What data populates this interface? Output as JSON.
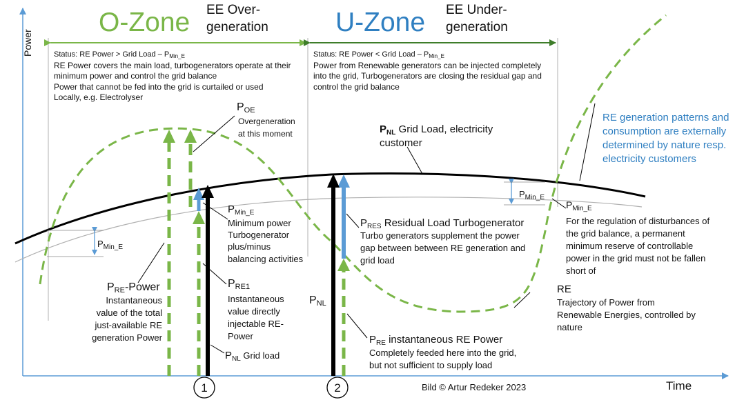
{
  "axes": {
    "y_label": "Power",
    "x_label": "Time"
  },
  "o_zone": {
    "title": "O-Zone",
    "ee_line1": "EE Over-",
    "ee_line2": "generation",
    "status_prefix": "Status: RE Power > Grid Load – P",
    "status_sub": "Min_E",
    "desc": [
      "RE Power covers the main load, turbogenerators operate at their",
      "minimum power and control the grid balance",
      "Power that cannot be fed into the grid is curtailed or used",
      "Locally, e.g. Electrolyser"
    ]
  },
  "u_zone": {
    "title": "U-Zone",
    "ee_line1": "EE Under-",
    "ee_line2": "generation",
    "status_prefix": "Status: RE Power < Grid Load – P",
    "status_sub": "Min_E",
    "desc": [
      "Power from Renewable generators can be injected completely",
      "into the grid, Turbogenerators are closing the residual gap and",
      "control the grid balance"
    ]
  },
  "labels": {
    "p_oe": {
      "p": "P",
      "sub": "OE",
      "l1": "Overgeneration",
      "l2": "at this moment"
    },
    "pnl_grid": {
      "p": "P",
      "sub": "NL",
      "rest": " Grid Load, electricity",
      "l2": "customer"
    },
    "pmin_e_left": {
      "p": "P",
      "sub": "Min_E"
    },
    "pmin_e_mid": {
      "p": "P",
      "sub": "Min_E",
      "l1": "Minimum power",
      "l2": "Turbogenerator",
      "l3": "plus/minus",
      "l4": "balancing activities"
    },
    "pmin_e_right_small": {
      "p": "P",
      "sub": "Min_E"
    },
    "pmin_e_right": {
      "p": "P",
      "sub": "Min_E",
      "lines": [
        "For the regulation of disturbances of",
        "the grid balance, a permanent",
        "minimum reserve of controllable",
        "power in the grid must not be fallen",
        "short of"
      ]
    },
    "pres": {
      "p": "P",
      "sub": "RES",
      "rest": " Residual Load Turbogenerator",
      "lines": [
        "Turbo generators supplement the power",
        "gap between between RE generation and",
        "grid load"
      ]
    },
    "pre_power": {
      "p": "P",
      "sub": "RE",
      "rest": "-Power",
      "lines": [
        "Instantaneous",
        "value of the total",
        "just-available RE",
        "generation Power"
      ]
    },
    "pre1": {
      "p": "P",
      "sub": "RE1",
      "lines": [
        "Instantaneous",
        "value directly",
        "injectable RE-",
        "Power"
      ]
    },
    "pnl_left": {
      "p": "P",
      "sub": "NL",
      "rest": " Grid load"
    },
    "pnl_mid": {
      "p": "P",
      "sub": "NL"
    },
    "pre_inst": {
      "p": "P",
      "sub": "RE",
      "rest": " instantaneous RE Power",
      "lines": [
        "Completely feeded here into the grid,",
        "but not sufficient to supply load"
      ]
    },
    "re_traj": {
      "title": "RE",
      "lines": [
        "Trajectory of Power from",
        "Renewable Energies, controlled by",
        "nature"
      ]
    },
    "re_patterns": [
      "RE generation patterns and",
      "consumption are externally",
      "determined by nature resp.",
      "electricity customers"
    ]
  },
  "markers": [
    "1",
    "2"
  ],
  "credit": "Bild ©  Artur Redeker 2023",
  "colors": {
    "green": "#7ab648",
    "dark_green": "#3e7d2a",
    "blue": "#2f7fc1",
    "light_blue": "#5b9bd5",
    "black": "#000000",
    "gray": "#b0b0b0"
  }
}
